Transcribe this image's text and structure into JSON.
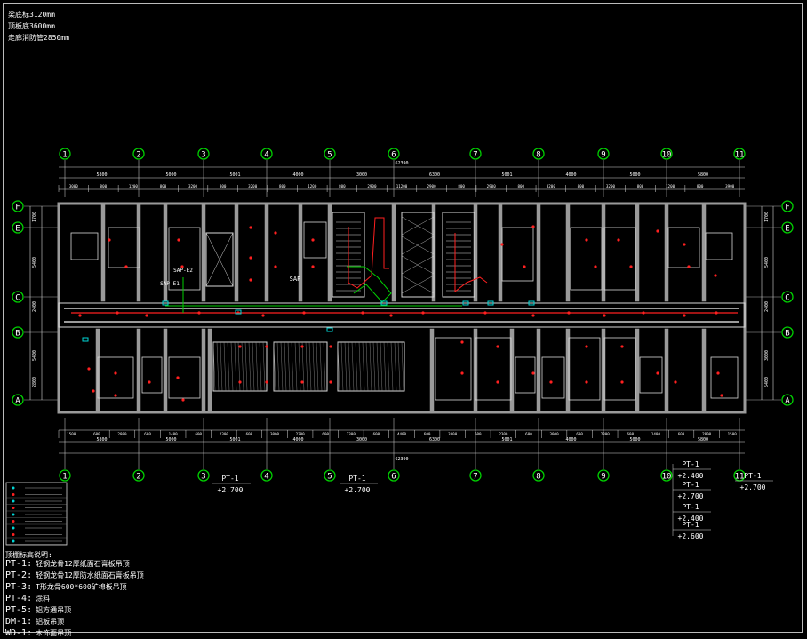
{
  "notes_top": [
    "梁底标3120mm",
    "顶板底3600mm",
    "走廊消防管2850mm"
  ],
  "grid_top": [
    "1",
    "2",
    "3",
    "4",
    "5",
    "6",
    "7",
    "8",
    "9",
    "10",
    "11"
  ],
  "grid_bottom": [
    "1",
    "2",
    "3",
    "4",
    "5",
    "6",
    "7",
    "8",
    "9",
    "10",
    "11"
  ],
  "rows_left": [
    "F",
    "E",
    "C",
    "B",
    "A"
  ],
  "rows_right": [
    "F",
    "E",
    "C",
    "B",
    "A"
  ],
  "dims_top": [
    "5800",
    "5000",
    "5001",
    "4000",
    "3000",
    "6300",
    "5001",
    "4000",
    "5000",
    "5800"
  ],
  "dims_top_total": "62390",
  "dims_top_sub": [
    "3000",
    "800",
    "1200",
    "800",
    "3200",
    "800",
    "3200",
    "800",
    "1200",
    "800",
    "2900",
    "11200",
    "2900",
    "800",
    "2900",
    "800",
    "3200",
    "800",
    "3200",
    "800",
    "1200",
    "800",
    "3900"
  ],
  "dims_bottom": [
    "5800",
    "5000",
    "5001",
    "4000",
    "3000",
    "6300",
    "5001",
    "4000",
    "5000",
    "5800"
  ],
  "dims_bottom_total": "62390",
  "dims_bottom_sub": [
    "1500",
    "600",
    "2800",
    "600",
    "1400",
    "600",
    "2300",
    "600",
    "3000",
    "2300",
    "600",
    "2300",
    "600",
    "4400",
    "600",
    "3300",
    "600",
    "2300",
    "600",
    "3000",
    "600",
    "2300",
    "600",
    "1400",
    "600",
    "2800",
    "1500"
  ],
  "dims_left": [
    "1700",
    "5400",
    "2400",
    "5400",
    "2800"
  ],
  "dims_right": [
    "1700",
    "5400",
    "2400",
    "3000",
    "5400"
  ],
  "tags": {
    "tag1": "SAP-E2",
    "tag2": "SAP-E1",
    "tag3": "SAP",
    "pt_labels": [
      "PT-1",
      "PT-1",
      "PT-1",
      "PT-1",
      "PT-1",
      "PT-1"
    ],
    "pt_levels": [
      "+2.700",
      "+2.700",
      "+2.400",
      "+2.700",
      "+2.400",
      "+2.600",
      "+2.700"
    ]
  },
  "legend_title": "顶棚标高说明:",
  "legend": [
    {
      "code": "PT-1:",
      "desc": "轻钢龙骨12厚纸面石膏板吊顶"
    },
    {
      "code": "PT-2:",
      "desc": "轻钢龙骨12厚防水纸面石膏板吊顶"
    },
    {
      "code": "PT-3:",
      "desc": "T形龙骨600*600矿棉板吊顶"
    },
    {
      "code": "PT-4:",
      "desc": "涂料"
    },
    {
      "code": "PT-5:",
      "desc": "铝方通吊顶"
    },
    {
      "code": "DM-1:",
      "desc": "铝板吊顶"
    },
    {
      "code": "WD-1:",
      "desc": "木饰面吊顶"
    }
  ],
  "colors": {
    "red": "#ff2020",
    "green": "#00d000",
    "cyan": "#00d6d6",
    "wall": "#9a9a9a",
    "line": "#d8d8d8"
  }
}
